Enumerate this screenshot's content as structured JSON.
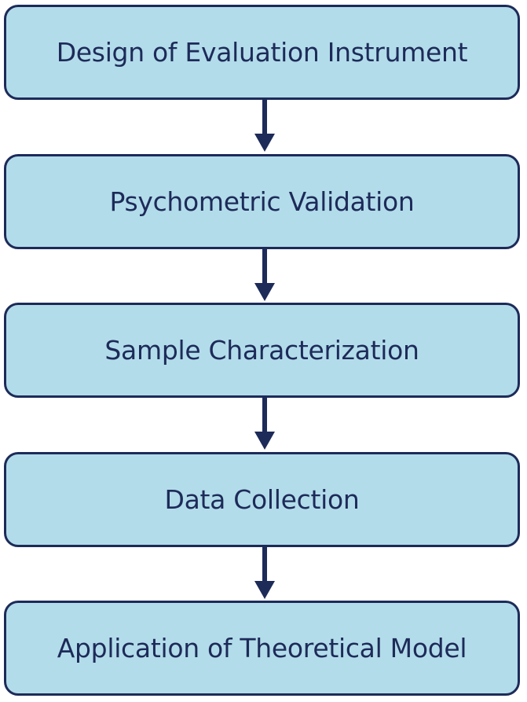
{
  "flowchart": {
    "colors": {
      "box_fill": "#b3dcea",
      "box_border": "#1d2b59",
      "text": "#1d2b59",
      "arrow": "#1d2b59"
    },
    "steps": [
      {
        "label": "Design of Evaluation Instrument"
      },
      {
        "label": "Psychometric Validation"
      },
      {
        "label": "Sample Characterization"
      },
      {
        "label": "Data Collection"
      },
      {
        "label": "Application of Theoretical Model"
      }
    ],
    "connectors": [
      {
        "from": 0,
        "to": 1
      },
      {
        "from": 1,
        "to": 2
      },
      {
        "from": 2,
        "to": 3
      },
      {
        "from": 3,
        "to": 4
      }
    ]
  }
}
